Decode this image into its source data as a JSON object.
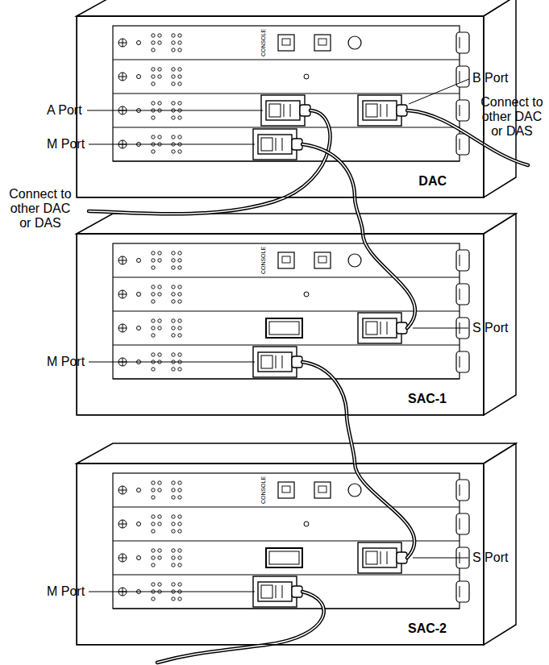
{
  "diagram": {
    "nodes": [
      {
        "text": [
          "DAC"
        ]
      },
      {
        "text": [
          "SAC-1"
        ]
      },
      {
        "text": [
          "SAC-2"
        ]
      }
    ],
    "edges": [
      {
        "from": 0,
        "to": 1,
        "arrow": "none"
      },
      {
        "from": 1,
        "to": 2,
        "arrow": "none"
      }
    ],
    "labels": [
      "A Port",
      "B Port",
      "Connect to other DAC or DAS",
      "M Port",
      "Connect to other DAC or DAS",
      "S Port",
      "M Port",
      "S Port",
      "M Port",
      "CONSOLE",
      "CONSOLE",
      "CONSOLE"
    ]
  }
}
